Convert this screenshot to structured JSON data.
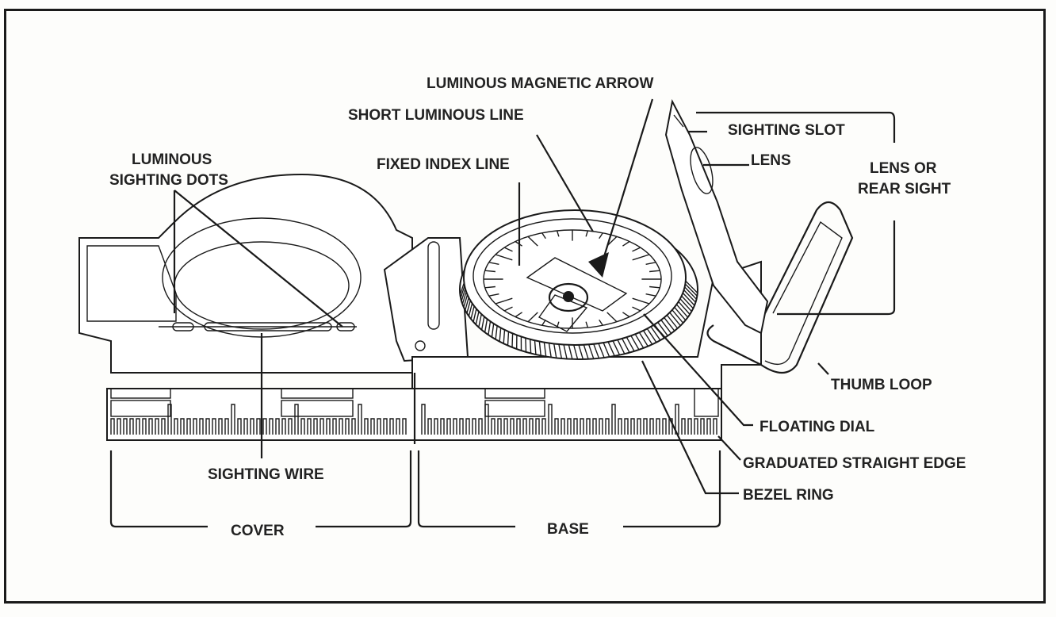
{
  "diagram": {
    "title": "Lensatic compass parts",
    "labels": {
      "luminous_magnetic_arrow": "LUMINOUS MAGNETIC ARROW",
      "short_luminous_line": "SHORT LUMINOUS LINE",
      "fixed_index_line": "FIXED INDEX LINE",
      "luminous_sighting_dots_1": "LUMINOUS",
      "luminous_sighting_dots_2": "SIGHTING DOTS",
      "sighting_slot": "SIGHTING SLOT",
      "lens": "LENS",
      "lens_or_rear_sight_1": "LENS OR",
      "lens_or_rear_sight_2": "REAR SIGHT",
      "thumb_loop": "THUMB LOOP",
      "floating_dial": "FLOATING DIAL",
      "graduated_straight_edge": "GRADUATED STRAIGHT EDGE",
      "bezel_ring": "BEZEL RING",
      "sighting_wire": "SIGHTING WIRE",
      "cover": "COVER",
      "base": "BASE"
    }
  }
}
